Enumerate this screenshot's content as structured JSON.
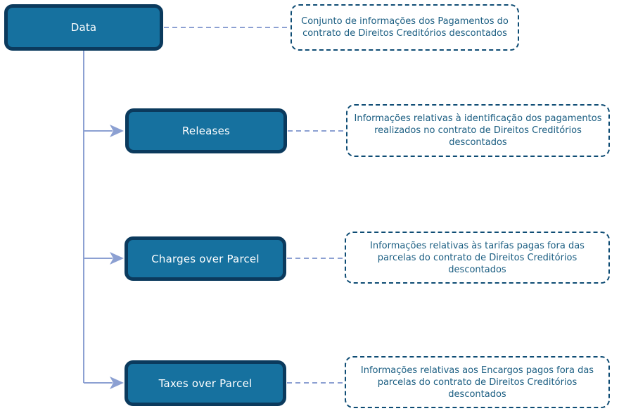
{
  "diagram": {
    "root": {
      "label": "Data",
      "description": "Conjunto de informações dos Pagamentos do contrato de Direitos Creditórios descontados"
    },
    "children": [
      {
        "label": "Releases",
        "description": "Informações relativas à identificação dos pagamentos realizados no contrato de Direitos Creditórios descontados"
      },
      {
        "label": "Charges over Parcel",
        "description": "Informações relativas às tarifas pagas fora das parcelas do contrato de Direitos Creditórios descontados"
      },
      {
        "label": "Taxes over Parcel",
        "description": "Informações relativas aos Encargos pagos fora das parcelas do contrato de Direitos Creditórios descontados"
      }
    ],
    "colors": {
      "node_fill": "#16719F",
      "node_border": "#0B3A5D",
      "node_text": "#FFFFFF",
      "annotation_border": "#0E4C74",
      "annotation_text": "#1B5E82",
      "connector": "#8CA0D2"
    }
  }
}
